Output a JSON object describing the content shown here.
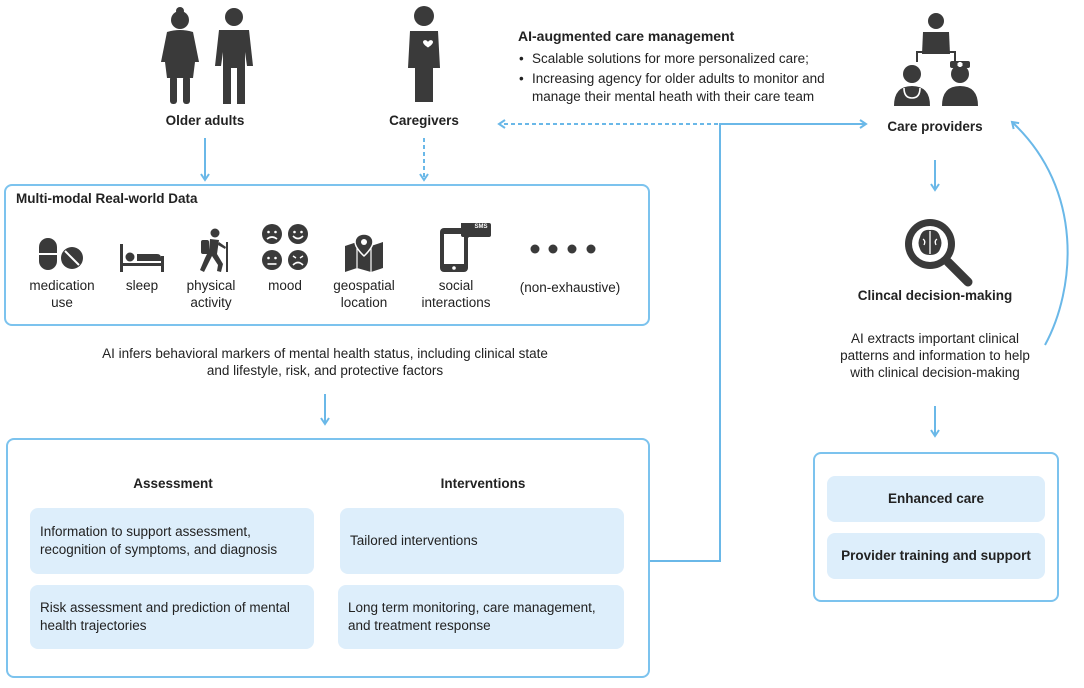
{
  "actors": {
    "older_adults": "Older adults",
    "caregivers": "Caregivers",
    "care_providers": "Care providers"
  },
  "care_management": {
    "title": "AI-augmented care management",
    "bullets": [
      "Scalable solutions for more personalized care;",
      "Increasing agency for older adults to monitor and manage their mental heath with their care team"
    ]
  },
  "data_box": {
    "title": "Multi-modal Real-world Data",
    "items": [
      {
        "label": "medication use",
        "icon": "pills-icon"
      },
      {
        "label": "sleep",
        "icon": "bed-icon"
      },
      {
        "label": "physical activity",
        "icon": "hiker-icon"
      },
      {
        "label": "mood",
        "icon": "mood-faces-icon"
      },
      {
        "label": "geospatial location",
        "icon": "map-pin-icon"
      },
      {
        "label": "social interactions",
        "icon": "smartphone-sms-icon"
      },
      {
        "label": "(non-exhaustive)",
        "icon": "ellipsis-icon"
      }
    ],
    "sms_badge": "SMS"
  },
  "inference_text": "AI infers behavioral markers of mental health status, including clinical state and lifestyle, risk, and protective factors",
  "assessment": {
    "title": "Assessment",
    "items": [
      "Information to support assessment, recognition of symptoms, and diagnosis",
      "Risk assessment and prediction of mental health trajectories"
    ]
  },
  "interventions": {
    "title": "Interventions",
    "items": [
      "Tailored interventions",
      "Long term monitoring, care management, and treatment response"
    ]
  },
  "clinical": {
    "title": "Clincal decision-making",
    "description": "AI extracts important clinical patterns and information to help with clinical decision-making"
  },
  "outcomes": {
    "items": [
      "Enhanced care",
      "Provider training and support"
    ]
  },
  "colors": {
    "arrow": "#6ab8e8",
    "box_border": "#7cc3ee",
    "cell_fill": "#ddeefb",
    "icon": "#3a3a3a"
  }
}
